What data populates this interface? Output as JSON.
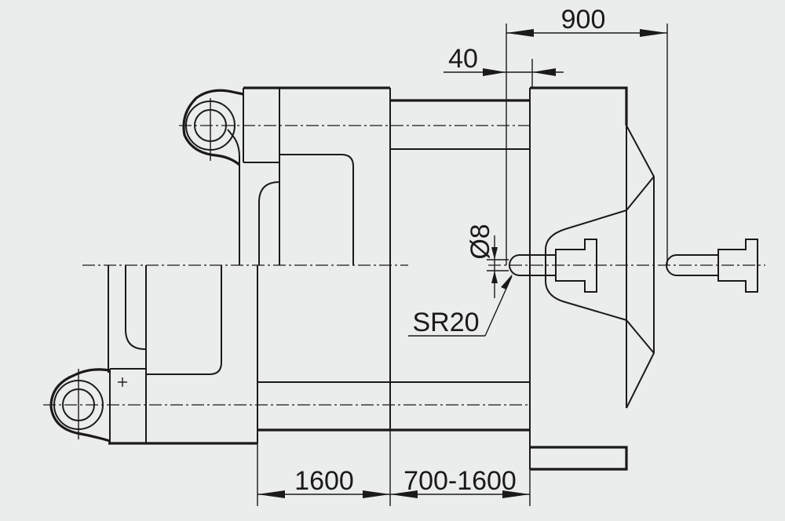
{
  "dimensions": {
    "top_span": "900",
    "offset": "40",
    "diameter": "Ø8",
    "sphere_radius": "SR20",
    "bottom_left": "1600",
    "bottom_right": "700-1600"
  },
  "colors": {
    "background": "#ebecec",
    "line": "#1a1a1a"
  }
}
